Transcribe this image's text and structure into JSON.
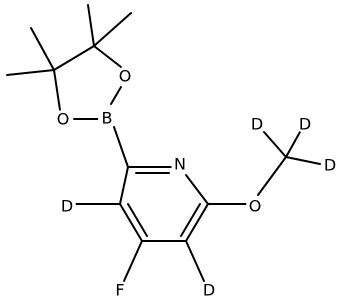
{
  "molecule": {
    "atoms": [
      {
        "id": "N1",
        "label": "N"
      },
      {
        "id": "B1",
        "label": "B"
      },
      {
        "id": "O1",
        "label": "O"
      },
      {
        "id": "O2",
        "label": "O"
      },
      {
        "id": "O3",
        "label": "O"
      },
      {
        "id": "F1",
        "label": "F"
      },
      {
        "id": "D1",
        "label": "D"
      },
      {
        "id": "D2",
        "label": "D"
      },
      {
        "id": "D3",
        "label": "D"
      },
      {
        "id": "D4",
        "label": "D"
      },
      {
        "id": "D5",
        "label": "D"
      }
    ]
  }
}
